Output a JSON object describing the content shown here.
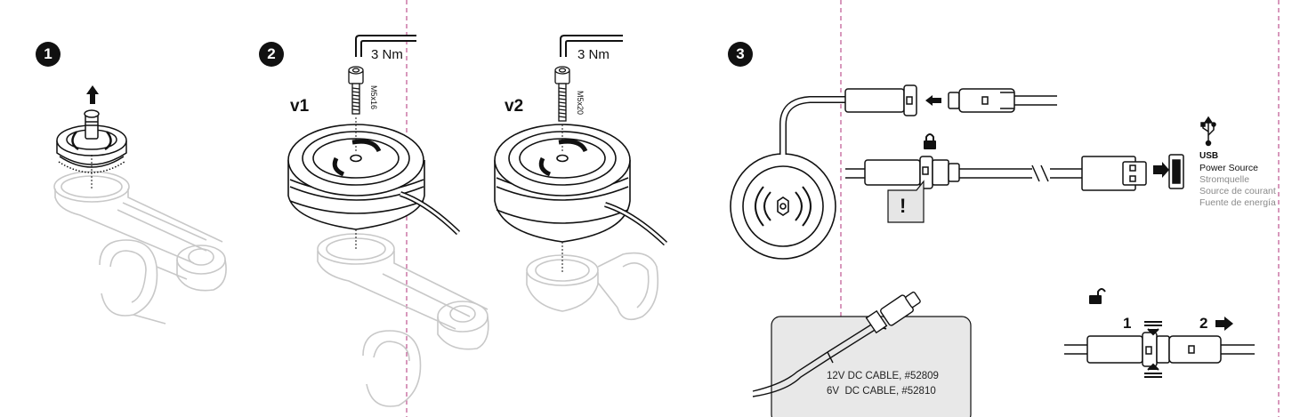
{
  "steps": {
    "one": {
      "badge": "1"
    },
    "two": {
      "badge": "2",
      "v1": {
        "label": "v1",
        "torque": "3 Nm",
        "bolt": "M5x16"
      },
      "v2": {
        "label": "v2",
        "torque": "3 Nm",
        "bolt": "M5x20"
      }
    },
    "three": {
      "badge": "3",
      "warning_symbol": "!",
      "usb": {
        "title": "USB",
        "lines": [
          "Power Source",
          "Stromquelle",
          "Source de courant",
          "Fuente de energía"
        ]
      },
      "dc_cable": {
        "line1": "12V DC CABLE, #52809",
        "line2": "6V  DC CABLE, #52810"
      },
      "disconnect": {
        "step1": "1",
        "step2": "2"
      }
    }
  },
  "colors": {
    "ink": "#111111",
    "faded_part": "#c8c8c8",
    "fold_line": "#b0307a",
    "note_panel": "#e8e8e8"
  },
  "icons": [
    "arrow-up-icon",
    "lock-icon",
    "unlock-icon",
    "usb-icon",
    "arrow-left-icon",
    "arrow-right-icon"
  ]
}
